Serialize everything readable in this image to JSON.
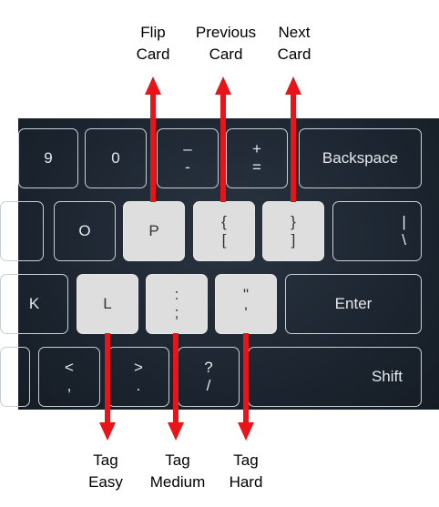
{
  "top_labels": {
    "flip": {
      "line1": "Flip",
      "line2": "Card"
    },
    "previous": {
      "line1": "Previous",
      "line2": "Card"
    },
    "next": {
      "line1": "Next",
      "line2": "Card"
    }
  },
  "bottom_labels": {
    "easy": {
      "line1": "Tag",
      "line2": "Easy"
    },
    "medium": {
      "line1": "Tag",
      "line2": "Medium"
    },
    "hard": {
      "line1": "Tag",
      "line2": "Hard"
    }
  },
  "keys": {
    "row1": {
      "nine": "9",
      "zero": "0",
      "minus_top": "–",
      "minus_bottom": "-",
      "plus_top": "+",
      "plus_bottom": "=",
      "backspace": "Backspace"
    },
    "row2": {
      "o": "O",
      "p": "P",
      "brace_top": "{",
      "brace_bottom": "[",
      "close_brace_top": "}",
      "close_brace_bottom": "]",
      "pipe_top": "|",
      "pipe_bottom": "\\"
    },
    "row3": {
      "k": "K",
      "l": "L",
      "colon_top": ":",
      "colon_bottom": ";",
      "quote_top": "\"",
      "quote_bottom": "'",
      "enter": "Enter"
    },
    "row4": {
      "lt_top": "<",
      "lt_bottom": ",",
      "gt_top": ">",
      "gt_bottom": ".",
      "q_top": "?",
      "q_bottom": "/",
      "shift": "Shift"
    }
  },
  "colors": {
    "arrow": "#e8141a",
    "highlight_key": "#dedede",
    "keyboard_bg": "#1e2731"
  }
}
